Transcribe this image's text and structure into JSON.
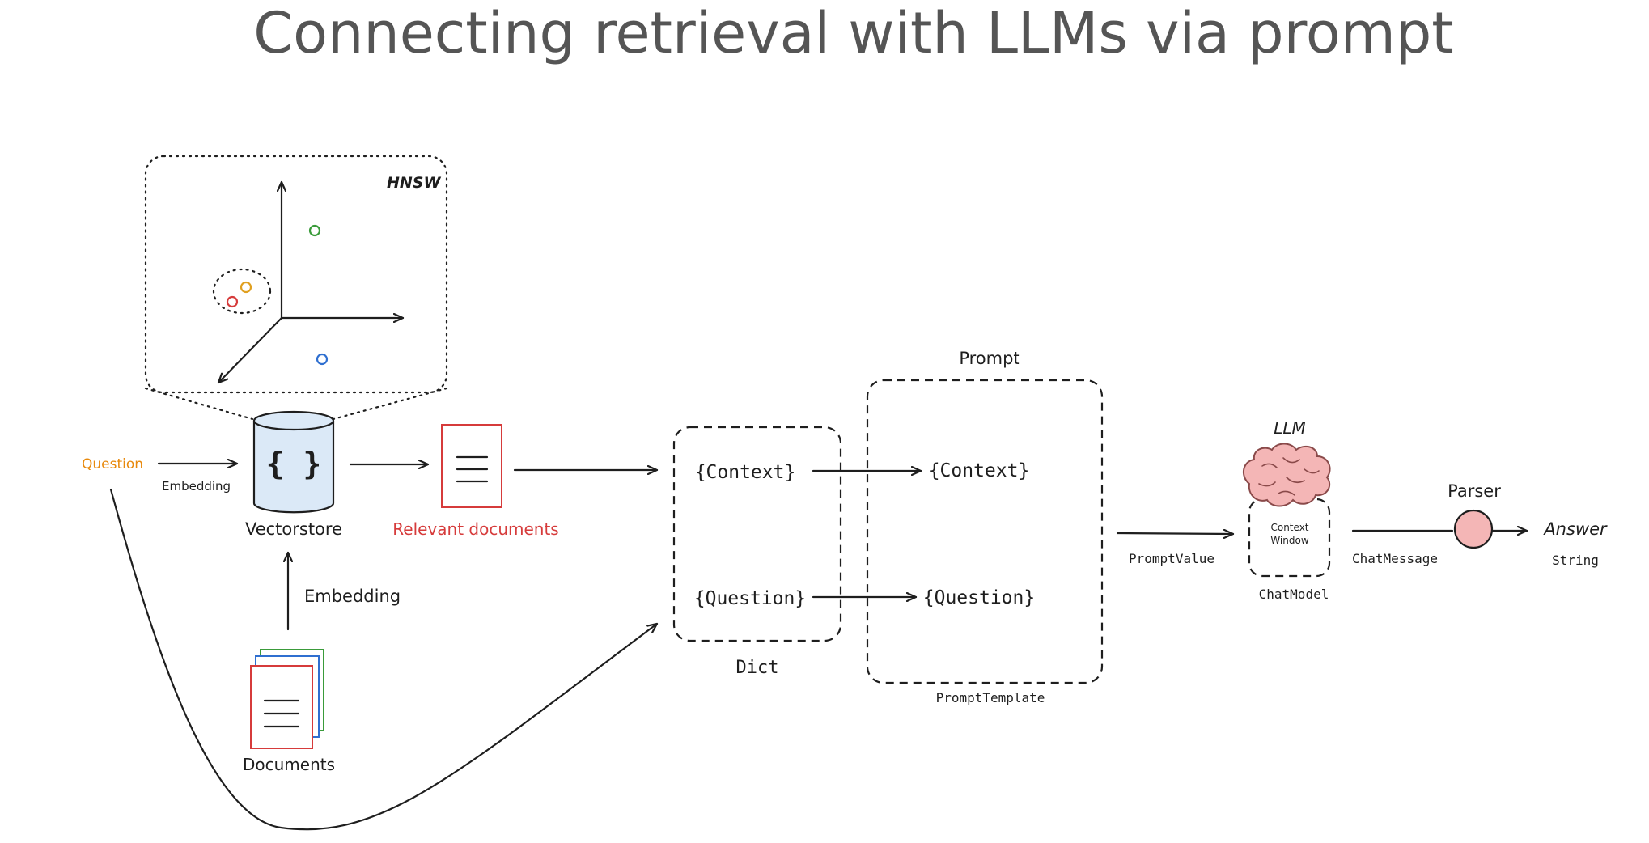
{
  "title": "Connecting retrieval with LLMs via prompt",
  "hnsw": {
    "label": "HNSW"
  },
  "question": {
    "label": "Question",
    "color": "#e8890c"
  },
  "embedding_small": "Embedding",
  "embedding_large": "Embedding",
  "vectorstore": {
    "label": "Vectorstore",
    "symbol": "{ }",
    "fill": "#dbe9f7"
  },
  "relevant_documents": {
    "label": "Relevant documents",
    "color": "#d63b3b"
  },
  "documents": {
    "label": "Documents"
  },
  "dict": {
    "label": "Dict",
    "context": "{Context}",
    "question": "{Question}"
  },
  "prompt": {
    "title": "Prompt",
    "context": "{Context}",
    "question": "{Question}",
    "template_label": "PromptTemplate"
  },
  "prompt_value": "PromptValue",
  "llm": {
    "title": "LLM",
    "context_window_line1": "Context",
    "context_window_line2": "Window",
    "model_label": "ChatModel",
    "brain_color": "#f4b6b6"
  },
  "chat_message": "ChatMessage",
  "parser": {
    "label": "Parser",
    "color": "#f4b6b6"
  },
  "answer": {
    "label": "Answer",
    "type_label": "String"
  },
  "point_colors": {
    "green": "#3a9b3a",
    "yellow": "#e0a020",
    "red": "#d63b3b",
    "blue": "#2f6fd0"
  }
}
